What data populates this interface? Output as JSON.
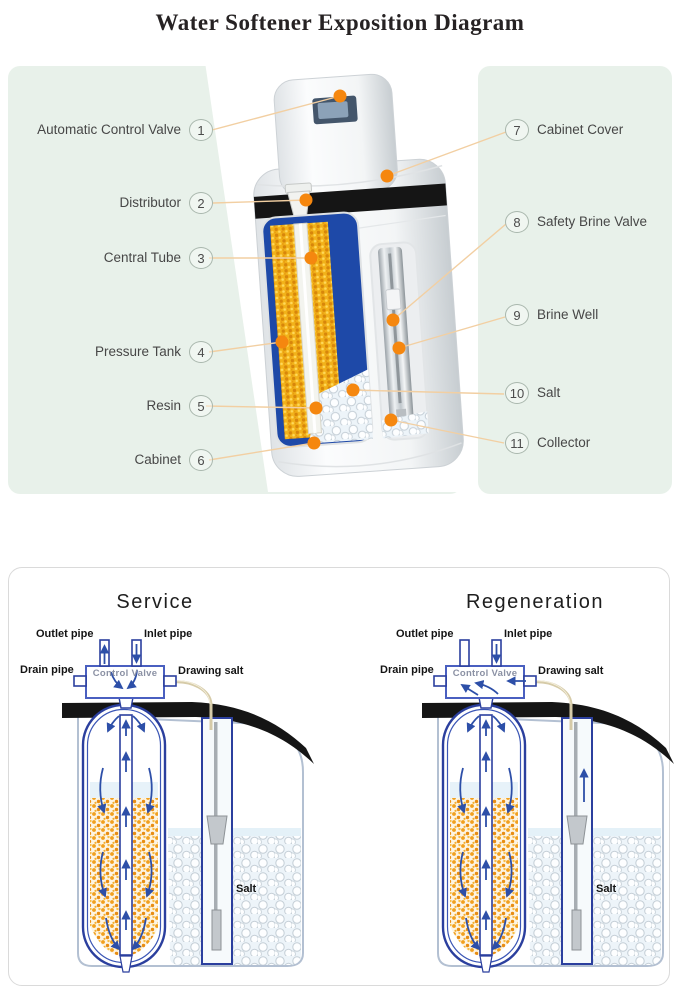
{
  "title": "Water Softener Exposition Diagram",
  "exposition": {
    "left_labels": [
      {
        "num": "1",
        "label": "Automatic Control Valve"
      },
      {
        "num": "2",
        "label": "Distributor"
      },
      {
        "num": "3",
        "label": "Central Tube"
      },
      {
        "num": "4",
        "label": "Pressure Tank"
      },
      {
        "num": "5",
        "label": "Resin"
      },
      {
        "num": "6",
        "label": "Cabinet"
      }
    ],
    "right_labels": [
      {
        "num": "7",
        "label": "Cabinet Cover"
      },
      {
        "num": "8",
        "label": "Safety Brine Valve"
      },
      {
        "num": "9",
        "label": "Brine Well"
      },
      {
        "num": "10",
        "label": "Salt"
      },
      {
        "num": "11",
        "label": "Collector"
      }
    ]
  },
  "modes": [
    {
      "title": "Service",
      "labels": {
        "outlet": "Outlet pipe",
        "inlet": "Inlet pipe",
        "drain": "Drain pipe",
        "drawing_salt": "Drawing salt",
        "control_valve": "Control Valve",
        "salt": "Salt"
      }
    },
    {
      "title": "Regeneration",
      "labels": {
        "outlet": "Outlet pipe",
        "inlet": "Inlet pipe",
        "drain": "Drain pipe",
        "drawing_salt": "Drawing salt",
        "control_valve": "Control Valve",
        "salt": "Salt"
      }
    }
  ],
  "colors": {
    "panel_green": "#e8f1ea",
    "accent_orange": "#f5870f",
    "leader_line": "#f2cfa2",
    "diagram_blue": "#2b3f9e",
    "resin_yellow": "#f2b21a",
    "band_black": "#151515"
  }
}
